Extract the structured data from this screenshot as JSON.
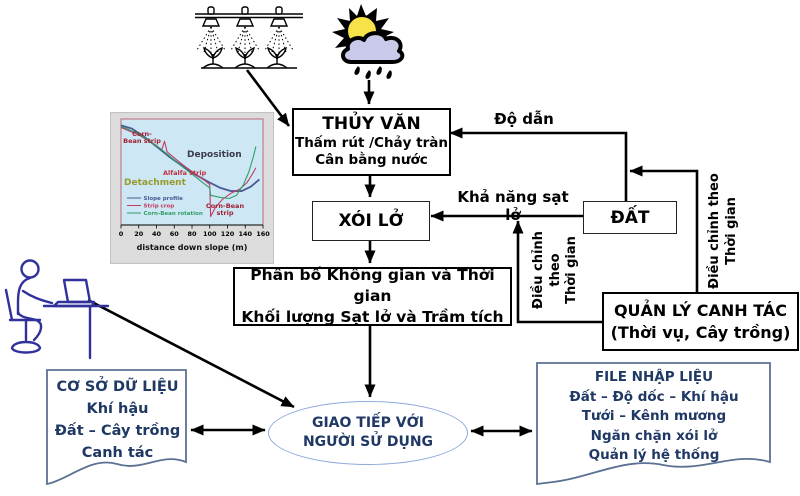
{
  "diagram": {
    "hydrology_box": {
      "title": "THỦY VĂN",
      "line1": "Thấm rút /Chảy tràn",
      "line2": "Cân bằng nước"
    },
    "erosion_box": {
      "label": "XÓI LỞ"
    },
    "soil_box": {
      "label": "ĐẤT"
    },
    "distribution_box": {
      "line1": "Phân bố Không gian và Thời gian",
      "line2": "Khối lượng Sạt lở và Trầm tích"
    },
    "management_box": {
      "line1": "QUẢN LÝ CANH TÁC",
      "line2": "(Thời vụ, Cây trồng)"
    },
    "labels": {
      "conductivity": "Độ dẫn",
      "slide_potential": "Khả năng sạt lở",
      "adjust_time_left": {
        "line1": "Điều chỉnh",
        "line2": "theo",
        "line3": "Thời gian"
      },
      "adjust_time_right": {
        "line1": "Điều chỉnh theo",
        "line2": "Thời gian"
      }
    },
    "database_shape": {
      "title": "CƠ SỞ DỮ LIỆU",
      "items": [
        "Khí hậu",
        "Đất – Cây trồng",
        "Canh tác"
      ]
    },
    "interface_ellipse": {
      "line1": "GIAO TIẾP VỚI",
      "line2": "NGƯỜI SỬ DỤNG"
    },
    "input_file_shape": {
      "title": "FILE NHẬP LIỆU",
      "items": [
        "Đất – Độ dốc – Khí hậu",
        "Tưới – Kênh mương",
        "Ngăn chặn xói lở",
        "Quản lý hệ thống"
      ]
    },
    "icons": {
      "irrigation": "sprinkler-irrigation-icon",
      "weather": "sun-rain-cloud-icon",
      "user": "user-at-computer-icon"
    },
    "colors": {
      "arrow": "#000000",
      "main_text": "#000000",
      "io_text": "#1f3864",
      "ellipse_border": "#8eaadb",
      "io_border": "#5b7193",
      "person_outline": "#31319b"
    }
  },
  "chart_data": {
    "type": "line",
    "xlabel": "distance down slope (m)",
    "x_ticks": [
      0,
      20,
      40,
      60,
      80,
      100,
      120,
      140,
      160
    ],
    "x_range": [
      0,
      160
    ],
    "legend": [
      "Slope profile",
      "Strip crop",
      "Corn-Bean rotation"
    ],
    "labels": {
      "corn_bean_top": "Corn-Bean strip",
      "deposition": "Deposition",
      "alfalfa": "Alfalfa strip",
      "detachment": "Detachment",
      "corn_bean_bottom": "Corn-Bean strip"
    },
    "plot_bg": "#cde7f5",
    "series": [
      {
        "name": "Slope profile",
        "color": "#4a5a94",
        "width": 1.8,
        "points": [
          [
            0,
            6
          ],
          [
            12,
            9
          ],
          [
            25,
            16
          ],
          [
            40,
            26
          ],
          [
            55,
            36
          ],
          [
            70,
            45
          ],
          [
            85,
            53
          ],
          [
            100,
            60
          ],
          [
            112,
            65
          ],
          [
            124,
            68
          ],
          [
            136,
            68
          ],
          [
            146,
            64
          ],
          [
            156,
            57
          ]
        ]
      },
      {
        "name": "Strip crop",
        "color": "#c23b63",
        "width": 1.1,
        "points": [
          [
            0,
            8
          ],
          [
            20,
            15
          ],
          [
            36,
            23
          ],
          [
            46,
            29
          ],
          [
            49,
            21
          ],
          [
            52,
            31
          ],
          [
            62,
            38
          ],
          [
            74,
            46
          ],
          [
            86,
            53
          ],
          [
            96,
            59
          ],
          [
            100,
            62
          ],
          [
            101,
            92
          ],
          [
            106,
            84
          ],
          [
            114,
            76
          ],
          [
            124,
            70
          ],
          [
            134,
            66
          ],
          [
            142,
            60
          ],
          [
            148,
            52
          ],
          [
            152,
            46
          ]
        ]
      },
      {
        "name": "Corn-Bean rotation",
        "color": "#2f9e68",
        "width": 1.1,
        "points": [
          [
            0,
            7
          ],
          [
            20,
            14
          ],
          [
            38,
            24
          ],
          [
            52,
            33
          ],
          [
            66,
            43
          ],
          [
            80,
            52
          ],
          [
            92,
            60
          ],
          [
            100,
            65
          ],
          [
            101,
            72
          ],
          [
            112,
            74
          ],
          [
            122,
            75
          ],
          [
            130,
            72
          ],
          [
            138,
            62
          ],
          [
            144,
            50
          ],
          [
            149,
            36
          ],
          [
            152,
            26
          ]
        ]
      }
    ]
  }
}
